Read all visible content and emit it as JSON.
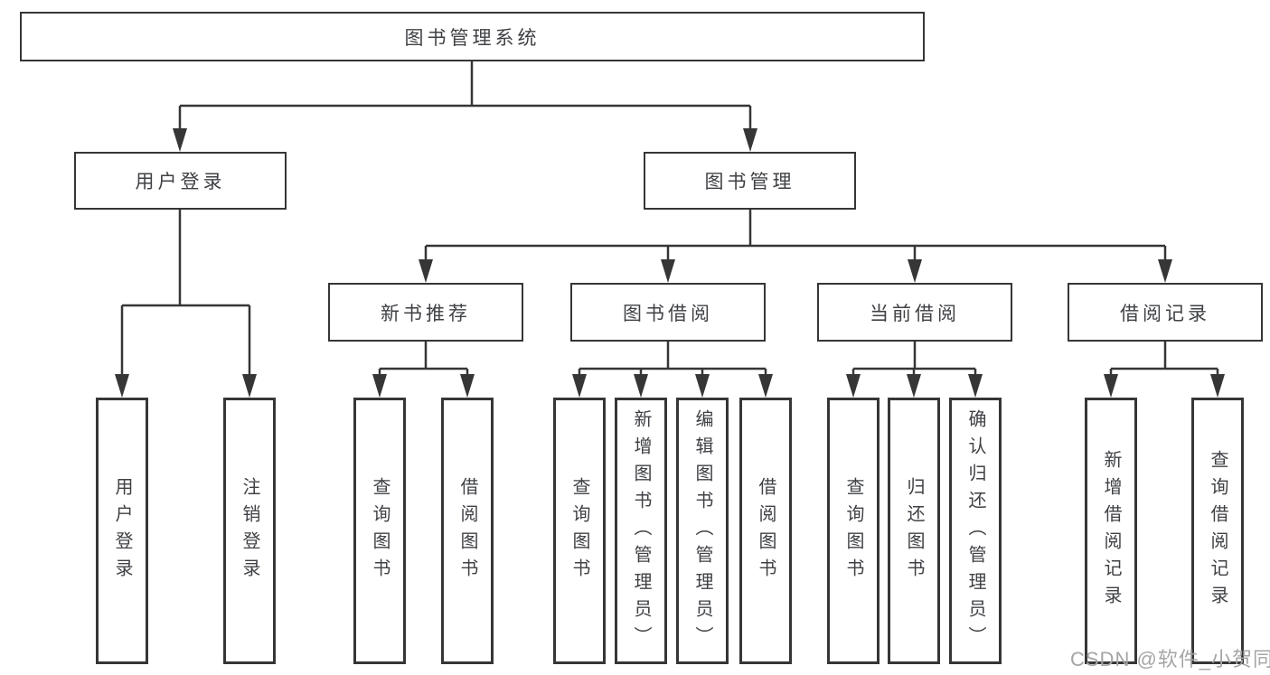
{
  "diagram_title": "图书管理系统",
  "nodes": {
    "root": {
      "label": "图书管理系统"
    },
    "user_login": {
      "label": "用户登录"
    },
    "book_mgmt": {
      "label": "图书管理"
    },
    "new_rec": {
      "label": "新书推荐"
    },
    "book_borrow": {
      "label": "图书借阅"
    },
    "current_borrow": {
      "label": "当前借阅"
    },
    "borrow_records": {
      "label": "借阅记录"
    },
    "leaf_user_login": {
      "label": "用户登录"
    },
    "leaf_logout": {
      "label": "注销登录"
    },
    "leaf_nr_query": {
      "label": "查询图书"
    },
    "leaf_nr_borrow": {
      "label": "借阅图书"
    },
    "leaf_bb_query": {
      "label": "查询图书"
    },
    "leaf_bb_add": {
      "label": "新增图书（管理员）"
    },
    "leaf_bb_edit": {
      "label": "编辑图书（管理员）"
    },
    "leaf_bb_borrow": {
      "label": "借阅图书"
    },
    "leaf_cb_query": {
      "label": "查询图书"
    },
    "leaf_cb_return": {
      "label": "归还图书"
    },
    "leaf_cb_confirm": {
      "label": "确认归还（管理员）"
    },
    "leaf_br_add": {
      "label": "新增借阅记录"
    },
    "leaf_br_query": {
      "label": "查询借阅记录"
    }
  },
  "edges": [
    [
      "图书管理系统",
      "用户登录"
    ],
    [
      "图书管理系统",
      "图书管理"
    ],
    [
      "用户登录",
      "用户登录"
    ],
    [
      "用户登录",
      "注销登录"
    ],
    [
      "图书管理",
      "新书推荐"
    ],
    [
      "图书管理",
      "图书借阅"
    ],
    [
      "图书管理",
      "当前借阅"
    ],
    [
      "图书管理",
      "借阅记录"
    ],
    [
      "新书推荐",
      "查询图书"
    ],
    [
      "新书推荐",
      "借阅图书"
    ],
    [
      "图书借阅",
      "查询图书"
    ],
    [
      "图书借阅",
      "新增图书（管理员）"
    ],
    [
      "图书借阅",
      "编辑图书（管理员）"
    ],
    [
      "图书借阅",
      "借阅图书"
    ],
    [
      "当前借阅",
      "查询图书"
    ],
    [
      "当前借阅",
      "归还图书"
    ],
    [
      "当前借阅",
      "确认归还（管理员）"
    ],
    [
      "借阅记录",
      "新增借阅记录"
    ],
    [
      "借阅记录",
      "查询借阅记录"
    ]
  ],
  "watermark": "CSDN @软件_小贺同学",
  "colors": {
    "line": "#363636",
    "text": "#3f4145",
    "box_background": "#ffffff",
    "page_background": "#ffffff",
    "watermark": "#a5a5a5"
  }
}
